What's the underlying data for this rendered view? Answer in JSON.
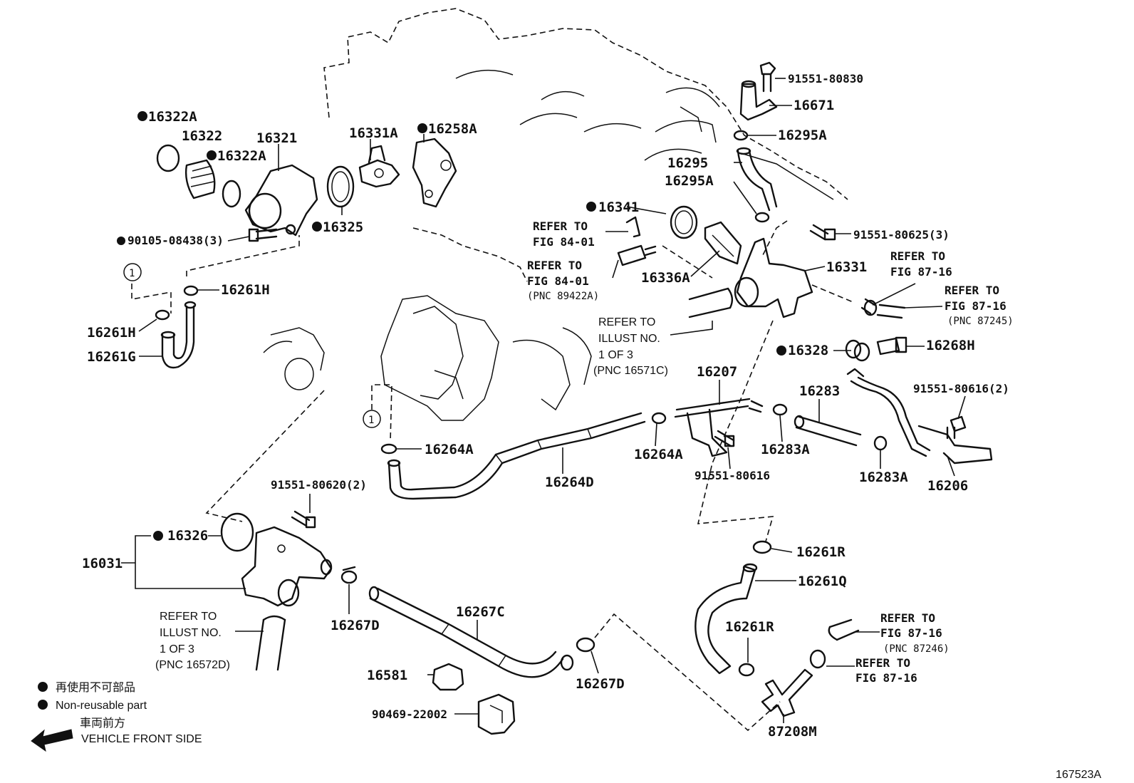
{
  "labels": {
    "p16322A_top": "16322A",
    "p16322": "16322",
    "p16322A_mid": "16322A",
    "p16321": "16321",
    "p16331A": "16331A",
    "p16258A": "16258A",
    "p16325": "16325",
    "p90105": "90105-08438(3)",
    "p16261H_top": "16261H",
    "p16261H_left": "16261H",
    "p16261G": "16261G",
    "p91551_80830": "91551-80830",
    "p16671": "16671",
    "p16295A_top": "16295A",
    "p16295": "16295",
    "p16295A_mid": "16295A",
    "p16341": "16341",
    "p91551_80625": "91551-80625(3)",
    "p16331": "16331",
    "p16336A": "16336A",
    "p16328": "16328",
    "p16268H": "16268H",
    "p91551_80616_2": "91551-80616(2)",
    "p16207": "16207",
    "p16283": "16283",
    "p16264A_left": "16264A",
    "p16264A_right": "16264A",
    "p16264D": "16264D",
    "p91551_80616": "91551-80616",
    "p16283A_left": "16283A",
    "p16283A_right": "16283A",
    "p16206": "16206",
    "p91551_80620": "91551-80620(2)",
    "p16326": "16326",
    "p16031": "16031",
    "p16261R_top": "16261R",
    "p16261Q": "16261Q",
    "p16261R_bot": "16261R",
    "p16267D_left": "16267D",
    "p16267C": "16267C",
    "p16581": "16581",
    "p16267D_right": "16267D",
    "p90469": "90469-22002",
    "p87208M": "87208M",
    "circle_1": "1",
    "code": "167523A"
  },
  "refs": {
    "r_fig8401_a": [
      "REFER TO",
      "FIG 84-01"
    ],
    "r_fig8401_b": [
      "REFER TO",
      "FIG 84-01",
      "(PNC 89422A)"
    ],
    "r_fig8716_a": [
      "REFER TO",
      "FIG 87-16"
    ],
    "r_fig8716_b": [
      "REFER TO",
      "FIG 87-16",
      "(PNC 87245)"
    ],
    "r_illust_a": [
      "REFER TO",
      "ILLUST NO.",
      "1 OF 3",
      "(PNC 16571C)"
    ],
    "r_illust_b": [
      "REFER TO",
      "ILLUST NO.",
      "1 OF 3",
      "(PNC 16572D)"
    ],
    "r_fig8716_c": [
      "REFER TO",
      "FIG 87-16",
      "(PNC 87246)"
    ],
    "r_fig8716_d": [
      "REFER TO",
      "FIG 87-16"
    ]
  },
  "legend": {
    "non_reusable_jp": "再使用不可部品",
    "non_reusable_en": "Non-reusable part",
    "front_jp": "車両前方",
    "front_en": "VEHICLE FRONT SIDE"
  }
}
